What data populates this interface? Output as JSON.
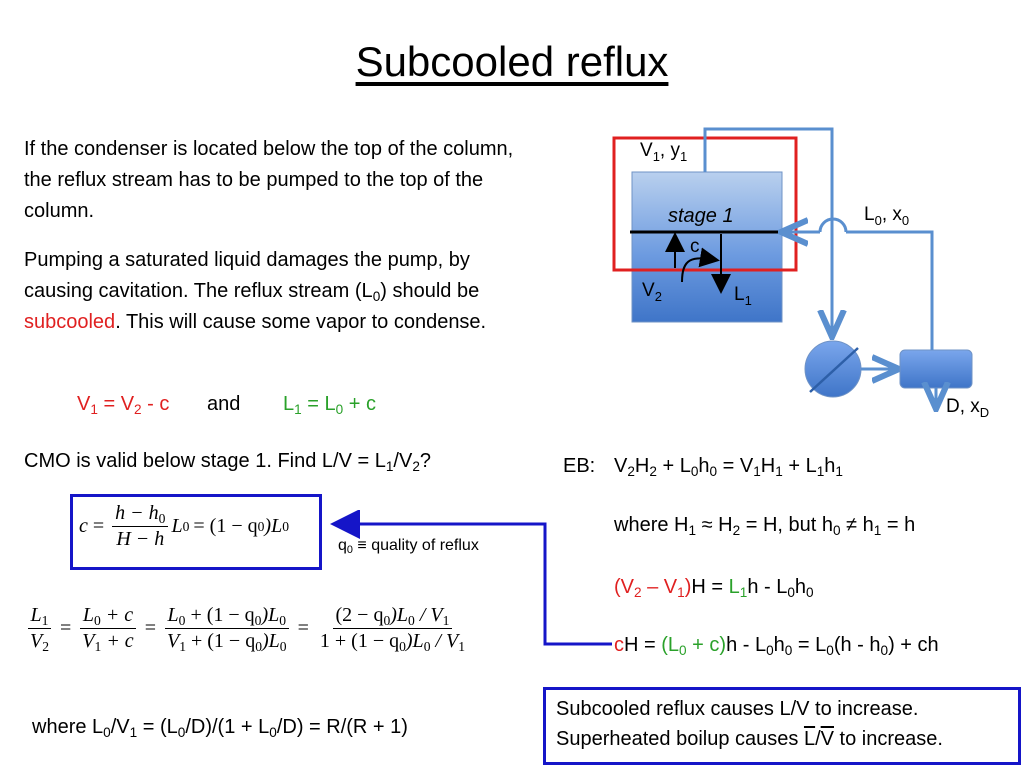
{
  "title": "Subcooled reflux",
  "intro": {
    "p1": "If the condenser is located below the top of the column, the reflux stream has to be pumped to the top of the column.",
    "p2_a": "Pumping a saturated liquid damages the pump, by causing cavitation. The reflux stream (L",
    "p2_sub": "0",
    "p2_b": ") should be ",
    "p2_red": "subcooled",
    "p2_c": ". This will cause some vapor to condense."
  },
  "balance": {
    "v1": "V",
    "v1_sub": "1",
    "eq1_mid": " = V",
    "v2_sub": "2",
    "eq1_end": " - c",
    "and": "and",
    "l1": "L",
    "l1_sub": "1",
    "eq2_mid": " = L",
    "l0_sub": "0",
    "eq2_end": " + c"
  },
  "cmo": {
    "text_a": "CMO is valid below stage 1. Find L/V = L",
    "sub1": "1",
    "text_b": "/V",
    "sub2": "2",
    "text_c": "?"
  },
  "formula_c": {
    "lhs": "c",
    "eq": "=",
    "num": "h − h",
    "num_sub": "0",
    "den": "H − h",
    "rest_a": "L",
    "rest_a_sub": "0",
    "rest_b": "= (1 − q",
    "rest_b_sub": "0",
    "rest_c": ")L",
    "rest_c_sub": "0"
  },
  "q0_label": {
    "q": "q",
    "q_sub": "0",
    "symbol": "≡",
    "text": "quality of reflux"
  },
  "lv_formula": {
    "t1n": "L",
    "t1n_sub": "1",
    "t1d": "V",
    "t1d_sub": "2",
    "t2n_a": "L",
    "t2n_a_sub": "0",
    "t2n_b": " + c",
    "t2d_a": "V",
    "t2d_a_sub": "1",
    "t2d_b": " + c",
    "t3n_a": "L",
    "t3n_a_sub": "0",
    "t3n_b": " + (1 − q",
    "t3n_b_sub": "0",
    "t3n_c": ")L",
    "t3n_c_sub": "0",
    "t3d_a": "V",
    "t3d_a_sub": "1",
    "t3d_b": " + (1 − q",
    "t3d_b_sub": "0",
    "t3d_c": ")L",
    "t3d_c_sub": "0",
    "t4n_a": "(2 − q",
    "t4n_a_sub": "0",
    "t4n_b": ")L",
    "t4n_b_sub": "0",
    "t4n_c": " / V",
    "t4n_c_sub": "1",
    "t4d_a": "1 + (1 − q",
    "t4d_a_sub": "0",
    "t4d_b": ")L",
    "t4d_b_sub": "0",
    "t4d_c": " / V",
    "t4d_c_sub": "1",
    "eq": "="
  },
  "where_r": {
    "a": "where L",
    "s1": "0",
    "b": "/V",
    "s2": "1",
    "c": " = (L",
    "s3": "0",
    "d": "/D)/(1 + L",
    "s4": "0",
    "e": "/D) = R/(R + 1)"
  },
  "eb": {
    "label": "EB:",
    "line1": {
      "a": "V",
      "s1": "2",
      "b": "H",
      "s2": "2",
      "c": " + L",
      "s3": "0",
      "d": "h",
      "s4": "0",
      "e": " = V",
      "s5": "1",
      "f": "H",
      "s6": "1",
      "g": " + L",
      "s7": "1",
      "h": "h",
      "s8": "1"
    },
    "line2": {
      "a": "where H",
      "s1": "1",
      "b": " ≈ H",
      "s2": "2",
      "c": " = H, but h",
      "s3": "0",
      "d": " ≠ h",
      "s4": "1",
      "e": " = h"
    },
    "line3": {
      "red_a": "(V",
      "rs1": "2",
      "red_b": " – V",
      "rs2": "1",
      "red_c": ")",
      "a": "H = ",
      "green_a": "L",
      "gs1": "1",
      "b": "h - L",
      "s1": "0",
      "c": "h",
      "s2": "0"
    },
    "line4": {
      "red_a": "c",
      "a": "H = ",
      "green_a": "(L",
      "gs1": "0",
      "green_b": " + c)",
      "b": "h - L",
      "s1": "0",
      "c": "h",
      "s2": "0",
      "d": " = L",
      "s3": "0",
      "e": "(h - h",
      "s4": "0",
      "f": ") + ch"
    }
  },
  "conclusion": {
    "line1": "Subcooled reflux causes L/V to increase.",
    "line2_a": "Superheated boilup causes ",
    "line2_l": "L",
    "line2_slash": "/",
    "line2_v": "V",
    "line2_b": " to increase."
  },
  "diagram": {
    "stage_label": "stage 1",
    "v1": "V",
    "v1_sub": "1",
    "y1": ", y",
    "y1_sub": "1",
    "c_label": "c",
    "v2": "V",
    "v2_sub": "2",
    "l1": "L",
    "l1_sub": "1",
    "l0": "L",
    "l0_sub": "0",
    "x0": ", x",
    "x0_sub": "0",
    "d": "D, x",
    "d_sub": "D",
    "colors": {
      "stage_fill": "#4f81bd",
      "pipe": "#5a8fcf",
      "highlight": "#e02020"
    }
  },
  "colors": {
    "red": "#e02020",
    "green": "#2aa12a",
    "blue_box": "#1515c8"
  }
}
